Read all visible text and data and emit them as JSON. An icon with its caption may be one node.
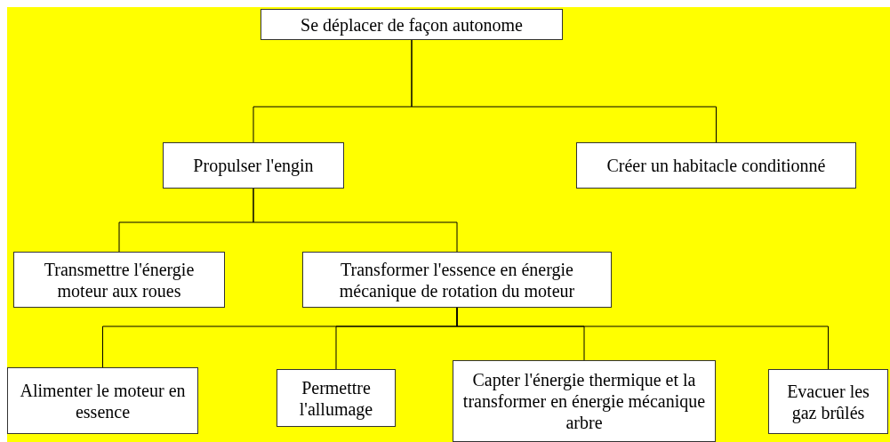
{
  "diagram": {
    "nodes": [
      {
        "text": [
          "Se déplacer de façon autonome"
        ]
      },
      {
        "text": [
          "Propulser l'engin"
        ]
      },
      {
        "text": [
          "Créer un habitacle conditionné"
        ]
      },
      {
        "text": [
          "Transmettre l'énergie moteur aux roues"
        ]
      },
      {
        "text": [
          "Transformer l'essence en énergie mécanique de rotation du moteur"
        ]
      },
      {
        "text": [
          "Alimenter le moteur en essence"
        ]
      },
      {
        "text": [
          "Permettre l'allumage"
        ]
      },
      {
        "text": [
          "Capter l'énergie thermique et la transformer en énergie mécanique arbre"
        ]
      },
      {
        "text": [
          "Evacuer les gaz brûlés"
        ]
      }
    ],
    "edges": [
      {
        "from": 0,
        "to": 1,
        "arrow": "none"
      },
      {
        "from": 0,
        "to": 2,
        "arrow": "none"
      },
      {
        "from": 1,
        "to": 3,
        "arrow": "none"
      },
      {
        "from": 1,
        "to": 4,
        "arrow": "none"
      },
      {
        "from": 4,
        "to": 5,
        "arrow": "none"
      },
      {
        "from": 4,
        "to": 6,
        "arrow": "none"
      },
      {
        "from": 4,
        "to": 7,
        "arrow": "none"
      },
      {
        "from": 4,
        "to": 8,
        "arrow": "none"
      }
    ]
  }
}
